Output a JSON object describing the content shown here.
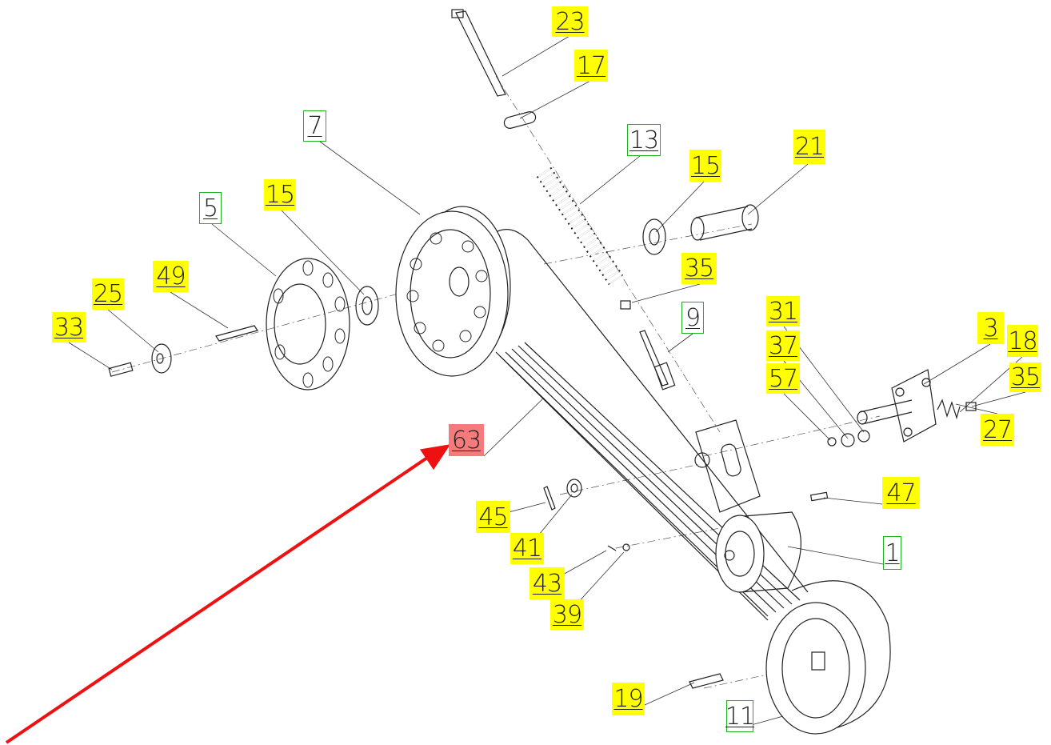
{
  "colors": {
    "highlight": "#ffff00",
    "standard": "#1db31d",
    "selected": "#f47b7b",
    "arrow": "#ee1111"
  },
  "labels": {
    "p23": "23",
    "p17": "17",
    "p7": "7",
    "p13": "13",
    "p15a": "15",
    "p21": "21",
    "p5": "5",
    "p15b": "15",
    "p35a": "35",
    "p49": "49",
    "p25": "25",
    "p33": "33",
    "p9": "9",
    "p31": "31",
    "p37": "37",
    "p57": "57",
    "p3": "3",
    "p18": "18",
    "p35b": "35",
    "p27": "27",
    "p63": "63",
    "p47": "47",
    "p45": "45",
    "p41": "41",
    "p1": "1",
    "p43": "43",
    "p39": "39",
    "p19": "19",
    "p11": "11"
  }
}
